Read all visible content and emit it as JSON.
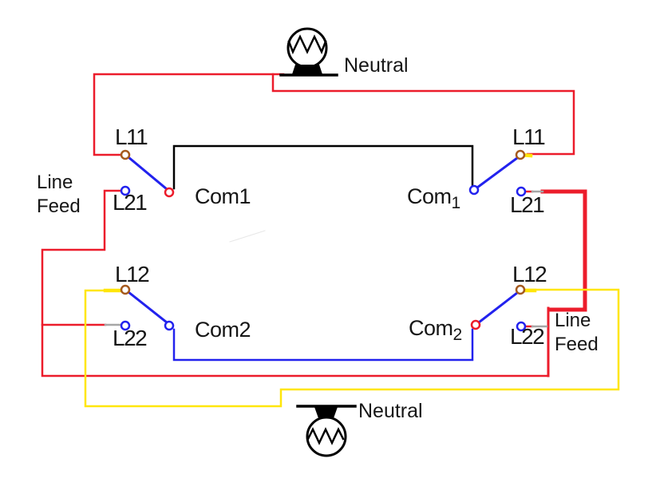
{
  "diagram": {
    "labels": {
      "neutral_top": "Neutral",
      "neutral_bottom": "Neutral",
      "line_feed_left": {
        "line1": "Line",
        "line2": "Feed"
      },
      "line_feed_right": {
        "line1": "Line",
        "line2": "Feed"
      },
      "switch_top_left": {
        "l_top": "L11",
        "l_bottom": "L21",
        "com": "Com1"
      },
      "switch_top_right": {
        "l_top": "L11",
        "l_bottom": "L21",
        "com_base": "Com",
        "com_sub": "1"
      },
      "switch_bottom_left": {
        "l_top": "L12",
        "l_bottom": "L22",
        "com": "Com2"
      },
      "switch_bottom_right": {
        "l_top": "L12",
        "l_bottom": "L22",
        "com_base": "Com",
        "com_sub": "2"
      }
    },
    "colors": {
      "line_wire_red": "#ec1c2b",
      "traveler_wire_yellow": "#ffe60a",
      "switch_blade_blue": "#2222ee",
      "neutral_wire_black": "#000000",
      "terminal_brown": "#a55a1e",
      "terminal_blue": "#2222ee",
      "terminal_red": "#ec1c2b",
      "joint_gray": "#a6a6a6",
      "background": "#ffffff"
    }
  }
}
